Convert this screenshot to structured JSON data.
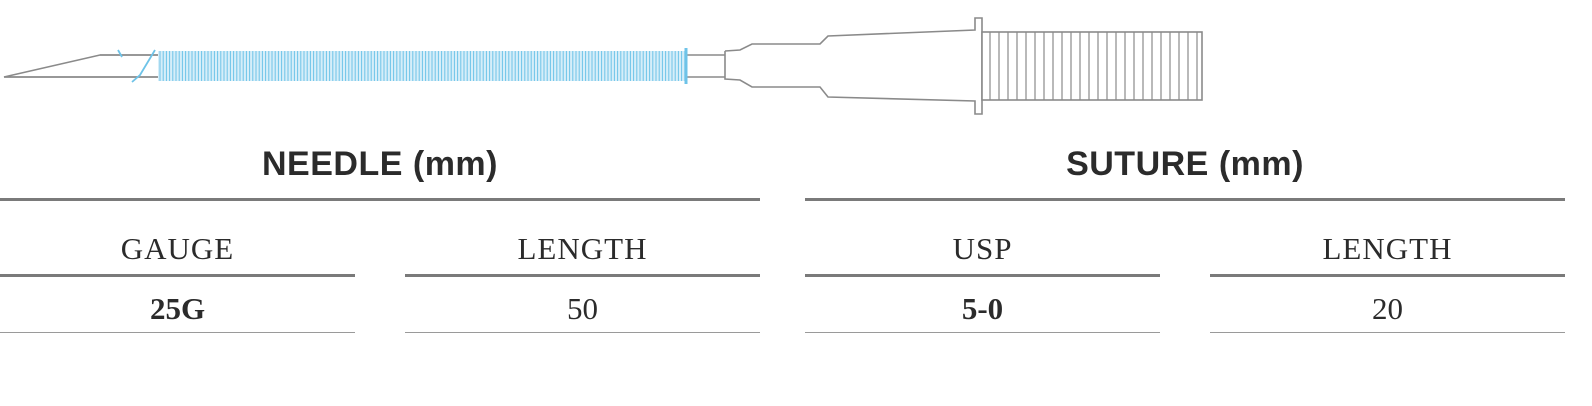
{
  "colors": {
    "suture": "#6ec3e8",
    "outline": "#8a8a8a",
    "text": "#2b2b2b",
    "rule": "#7a7a7a"
  },
  "illustration": {
    "name": "needle-with-suture",
    "parts": [
      "needle-tip",
      "suture-thread",
      "needle-hub",
      "hub-grip"
    ]
  },
  "needle": {
    "title": "NEEDLE",
    "unit": "(mm)",
    "columns": [
      {
        "header": "GAUGE",
        "value": "25G"
      },
      {
        "header": "LENGTH",
        "value": "50"
      }
    ]
  },
  "suture": {
    "title": "SUTURE",
    "unit": "(mm)",
    "columns": [
      {
        "header": "USP",
        "value": "5-0"
      },
      {
        "header": "LENGTH",
        "value": "20"
      }
    ]
  }
}
